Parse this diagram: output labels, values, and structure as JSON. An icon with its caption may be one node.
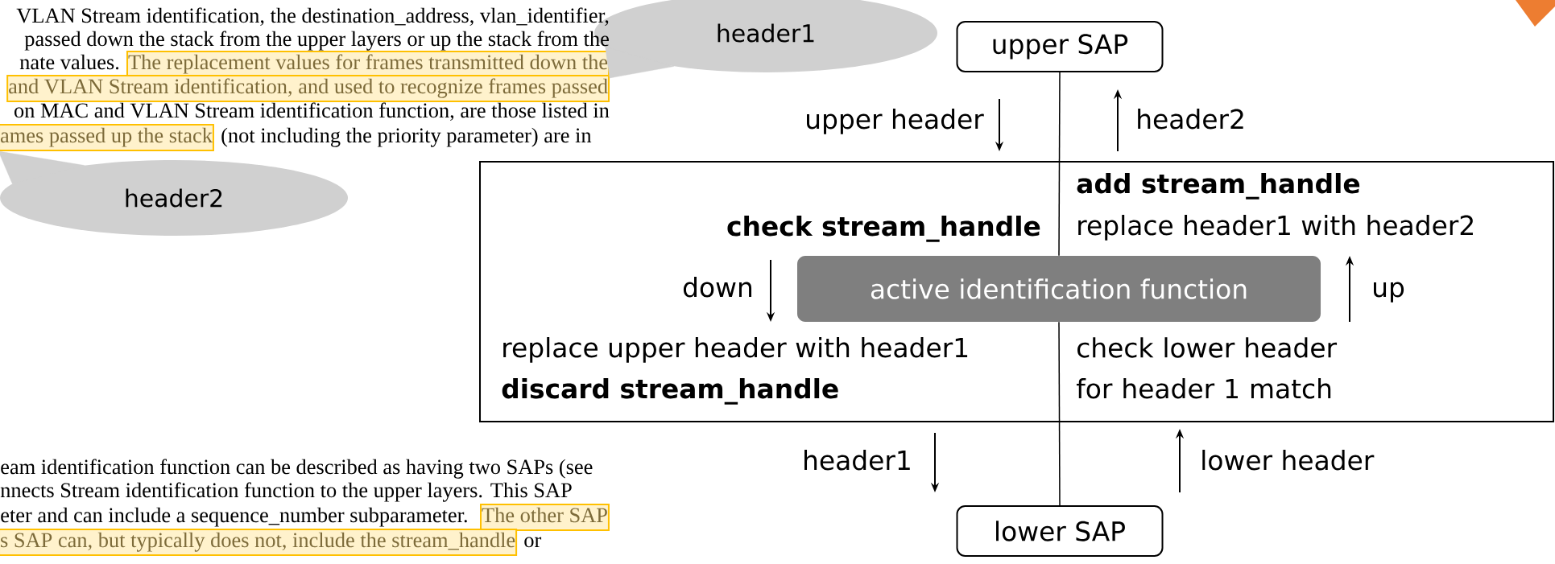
{
  "diagram": {
    "nodes": [
      {
        "text": [
          "upper SAP"
        ]
      },
      {
        "text": [
          "add stream_handle",
          "check stream_handle",
          "replace header1 with header2",
          "replace upper header with header1",
          "discard stream_handle",
          "check lower header for header 1 match"
        ]
      },
      {
        "text": [
          "active identification function"
        ],
        "in": 1
      },
      {
        "text": [
          "lower SAP"
        ]
      },
      {
        "text": [
          "header1"
        ]
      },
      {
        "text": [
          "header2"
        ]
      },
      {
        "text": [
          "The replacement values for frames transmitted down the"
        ]
      },
      {
        "text": [
          "and VLAN Stream identification, and used to recognize frames passed"
        ]
      },
      {
        "text": [
          "ames passed up the stack"
        ]
      },
      {
        "text": [
          "The other SAP"
        ]
      },
      {
        "text": [
          "s SAP can, but typically does not, include the stream_handle"
        ]
      }
    ],
    "edges": [
      {
        "from": 0,
        "to": 2,
        "arrow": "none"
      },
      {
        "from": 2,
        "to": 3,
        "arrow": "none"
      },
      {
        "from": 4,
        "to": 6,
        "arrow": "none",
        "color": "#d0d0d0"
      },
      {
        "from": 5,
        "to": 8,
        "arrow": "none",
        "color": "#d0d0d0"
      }
    ],
    "labels": [
      "VLAN Stream identification, the destination_address, vlan_identifier,",
      "passed down the stack from the upper layers or up the stack from the",
      "nate values.",
      "on MAC and VLAN Stream identification function, are those listed in",
      "(not including the priority parameter) are in",
      "eam identification function can be described as having two SAPs (see",
      "nnects Stream identification function to the upper layers. This SAP",
      "eter and can include a sequence_number subparameter.",
      "or",
      "upper header",
      "header2",
      "down",
      "up",
      "header1",
      "lower header"
    ]
  }
}
